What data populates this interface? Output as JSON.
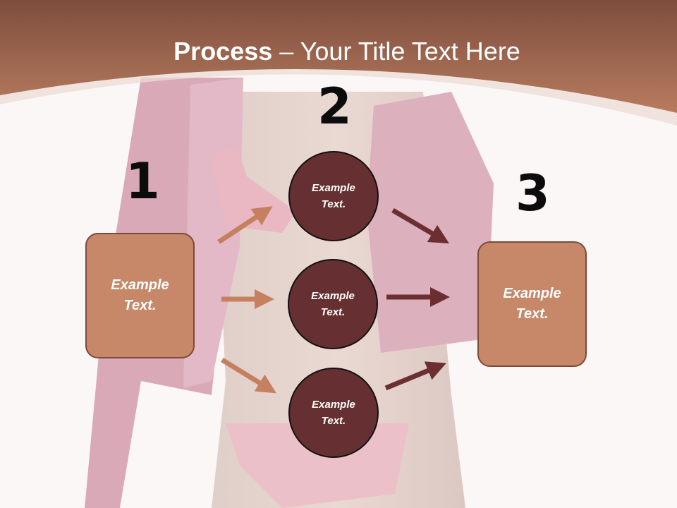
{
  "title": {
    "bold": "Process",
    "rest": " – Your Title Text Here"
  },
  "steps": [
    {
      "number": "1",
      "text": "Example\nText."
    },
    {
      "number": "2",
      "text": ""
    },
    {
      "number": "3",
      "text": "Example\nText."
    }
  ],
  "circles": [
    {
      "text": "Example\nText."
    },
    {
      "text": "Example\nText."
    },
    {
      "text": "Example\nText."
    }
  ],
  "colors": {
    "header": "#a9694f",
    "box_fill": "#c78769",
    "box_border": "#7d4a3a",
    "circle_fill": "#662f31",
    "arrow_left": "#c4805f",
    "arrow_right": "#6b2f31",
    "background": "#fbf7f6"
  }
}
